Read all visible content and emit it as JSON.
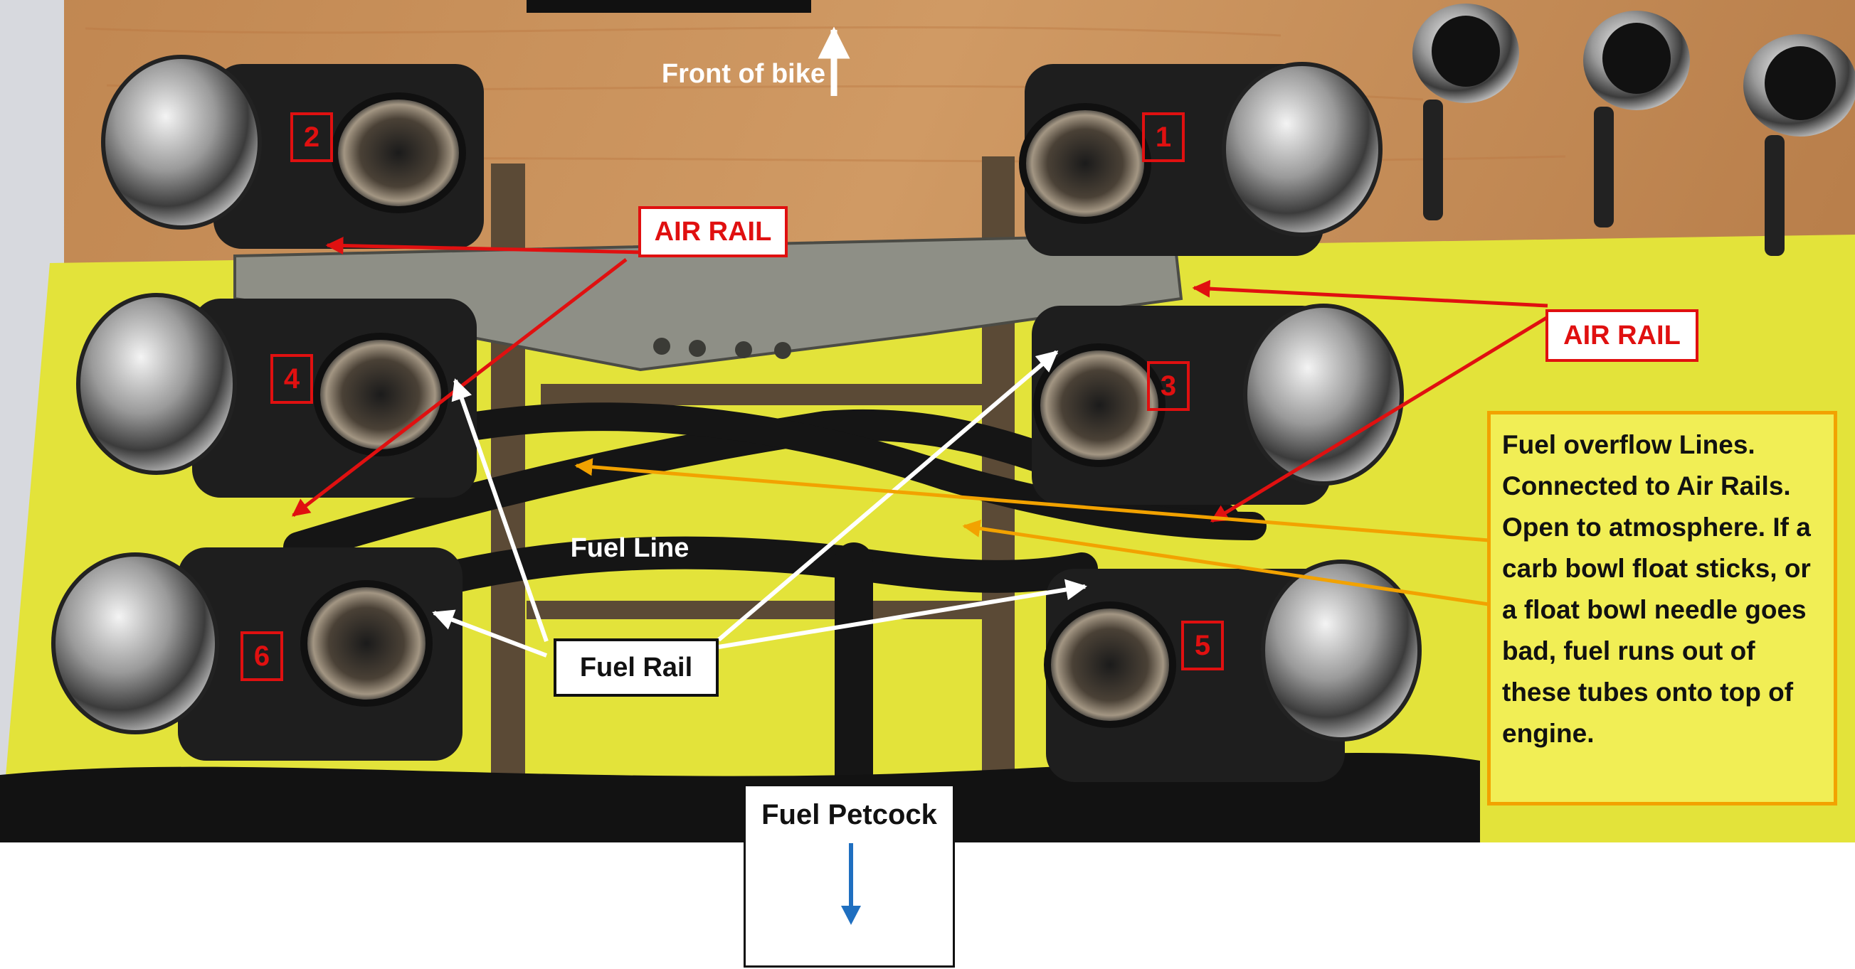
{
  "labels": {
    "front": "Front of bike",
    "air_rail_left": "AIR RAIL",
    "air_rail_right": "AIR RAIL",
    "fuel_line": "Fuel Line",
    "fuel_rail": "Fuel Rail",
    "fuel_petcock": "Fuel Petcock",
    "overflow_note": "Fuel overflow Lines. Connected to Air Rails. Open to atmosphere. If a carb bowl float sticks, or a float bowl needle goes bad, fuel runs out of these tubes onto top of engine."
  },
  "carb_numbers": [
    "1",
    "2",
    "3",
    "4",
    "5",
    "6"
  ],
  "colors": {
    "air_rail": "#e01010",
    "overflow": "#f2a200",
    "fuel_rail_arrow": "#ffffff",
    "petcock_arrow": "#1f6fc0",
    "wood": "#c38a55",
    "towel": "#e2e43a"
  }
}
